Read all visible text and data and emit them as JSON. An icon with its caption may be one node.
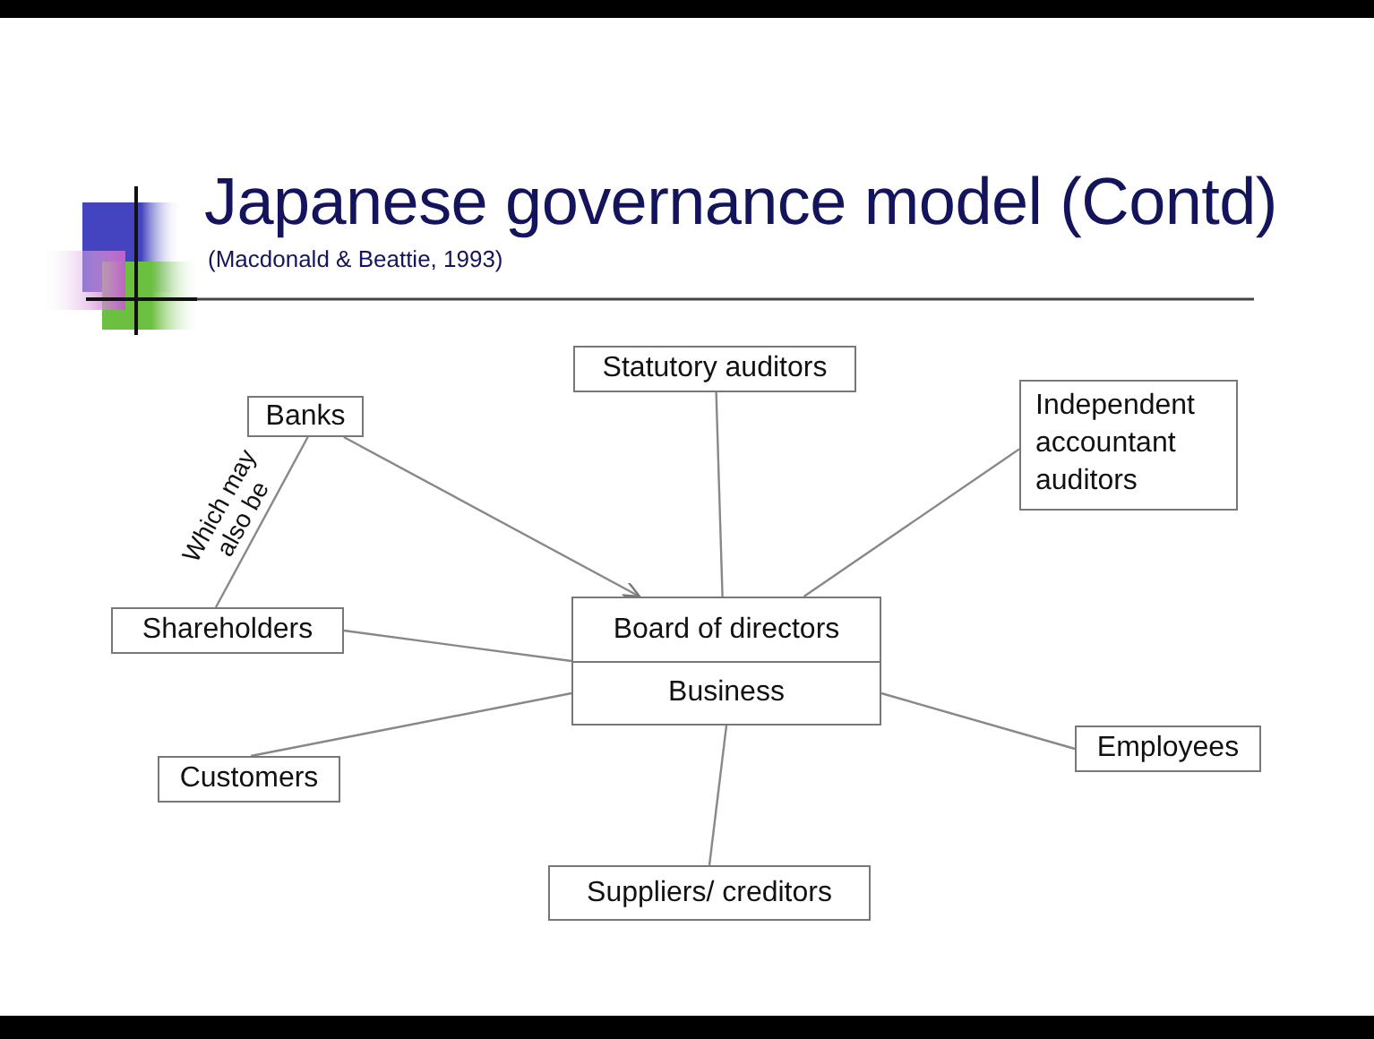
{
  "diagram": {
    "title": "Japanese governance model (Contd)",
    "nodes": [
      {
        "text": [
          "Statutory auditors"
        ]
      },
      {
        "text": [
          "Banks"
        ]
      },
      {
        "text": [
          "Independent accountant auditors"
        ]
      },
      {
        "text": [
          "Shareholders"
        ]
      },
      {
        "text": [
          "Board of directors",
          "Business"
        ]
      },
      {
        "text": [
          "Customers"
        ]
      },
      {
        "text": [
          "Employees"
        ]
      },
      {
        "text": [
          "Suppliers/ creditors"
        ]
      }
    ],
    "edges": [
      {
        "from": 1,
        "to": 4,
        "arrow": "to"
      },
      {
        "from": 1,
        "to": 3,
        "arrow": "none",
        "label": "Which may also be"
      },
      {
        "from": 0,
        "to": 4,
        "arrow": "none"
      },
      {
        "from": 2,
        "to": 4,
        "arrow": "none"
      },
      {
        "from": 3,
        "to": 4,
        "arrow": "none"
      },
      {
        "from": 5,
        "to": 4,
        "arrow": "none"
      },
      {
        "from": 4,
        "to": 6,
        "arrow": "none"
      },
      {
        "from": 4,
        "to": 7,
        "arrow": "none"
      }
    ],
    "labels": [
      "(Macdonald & Beattie, 1993)"
    ]
  }
}
